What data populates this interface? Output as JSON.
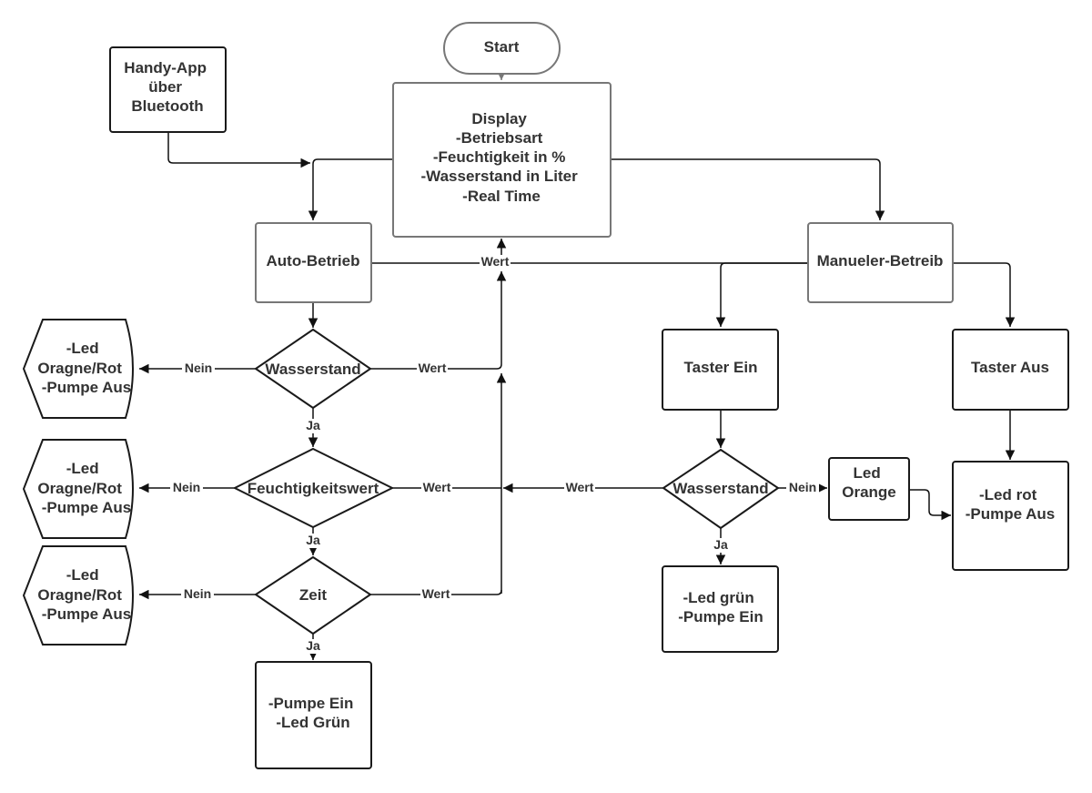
{
  "nodes": {
    "start": [
      "Start"
    ],
    "handy_app": [
      "Handy-App",
      "über",
      "Bluetooth"
    ],
    "display": [
      "Display",
      "-Betriebsart",
      "-Feuchtigkeit in %",
      "-Wasserstand in Liter",
      "-Real Time"
    ],
    "auto_betrieb": [
      "Auto-Betrieb"
    ],
    "manuel_betrieb": [
      "Manueler-Betreib"
    ],
    "wasserstand_auto": [
      "Wasserstand"
    ],
    "led_rot_1": [
      "-Led",
      "Oragne/Rot",
      "-Pumpe Aus"
    ],
    "feuchtigkeitswert": [
      "Feuchtigkeitswert"
    ],
    "led_rot_2": [
      "-Led",
      "Oragne/Rot",
      "-Pumpe Aus"
    ],
    "zeit": [
      "Zeit"
    ],
    "led_rot_3": [
      "-Led",
      "Oragne/Rot",
      "-Pumpe Aus"
    ],
    "pumpe_ein_auto": [
      "-Pumpe Ein",
      "-Led Grün"
    ],
    "taster_ein": [
      "Taster Ein"
    ],
    "taster_aus": [
      "Taster Aus"
    ],
    "wasserstand_manuel": [
      "Wasserstand"
    ],
    "led_orange": [
      "Led",
      "Orange"
    ],
    "led_rot_pumpe_aus": [
      "-Led rot",
      "-Pumpe Aus"
    ],
    "led_gruen_pumpe_ein": [
      "-Led grün",
      "-Pumpe Ein"
    ]
  },
  "edge_labels": {
    "wert_auto": "Wert",
    "nein_wasserstand": "Nein",
    "wert_wasserstand": "Wert",
    "ja_wasserstand": "Ja",
    "nein_feuchte": "Nein",
    "wert_feuchte": "Wert",
    "ja_feuchte": "Ja",
    "nein_zeit": "Nein",
    "wert_zeit": "Wert",
    "ja_zeit": "Ja",
    "wert_manuel": "Wert",
    "nein_manuel": "Nein",
    "ja_manuel": "Ja"
  },
  "colors": {
    "dark_border": "#1a1a1a",
    "light_border": "#777777",
    "text": "#333333"
  }
}
